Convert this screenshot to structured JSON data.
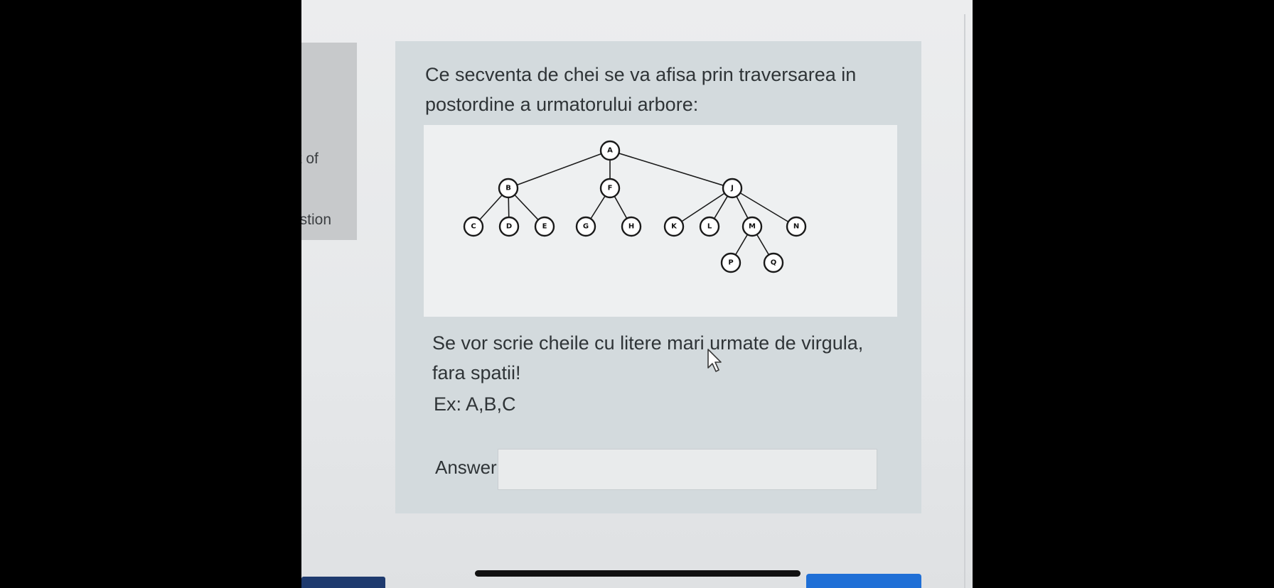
{
  "sidebar": {
    "line1": "it of",
    "line2": "estion"
  },
  "question": {
    "text": "Ce secventa de chei se va afisa prin traversarea in postordine a urmatorului arbore:",
    "instructions": "Se vor scrie cheile cu litere mari urmate de virgula, fara spatii!",
    "example": "Ex: A,B,C",
    "answer_label": "Answer:",
    "answer_value": ""
  },
  "tree": {
    "nodes": [
      "A",
      "B",
      "F",
      "J",
      "C",
      "D",
      "E",
      "G",
      "H",
      "K",
      "L",
      "M",
      "N",
      "P",
      "Q"
    ],
    "edges": [
      [
        "A",
        "B"
      ],
      [
        "A",
        "F"
      ],
      [
        "A",
        "J"
      ],
      [
        "B",
        "C"
      ],
      [
        "B",
        "D"
      ],
      [
        "B",
        "E"
      ],
      [
        "F",
        "G"
      ],
      [
        "F",
        "H"
      ],
      [
        "J",
        "K"
      ],
      [
        "J",
        "L"
      ],
      [
        "J",
        "M"
      ],
      [
        "J",
        "N"
      ],
      [
        "M",
        "P"
      ],
      [
        "M",
        "Q"
      ]
    ]
  },
  "colors": {
    "card_bg": "#d3dadd",
    "tree_bg": "#eef0f1",
    "nav_primary": "#1f6fd6"
  },
  "icons": [
    "mouse-pointer-icon"
  ]
}
